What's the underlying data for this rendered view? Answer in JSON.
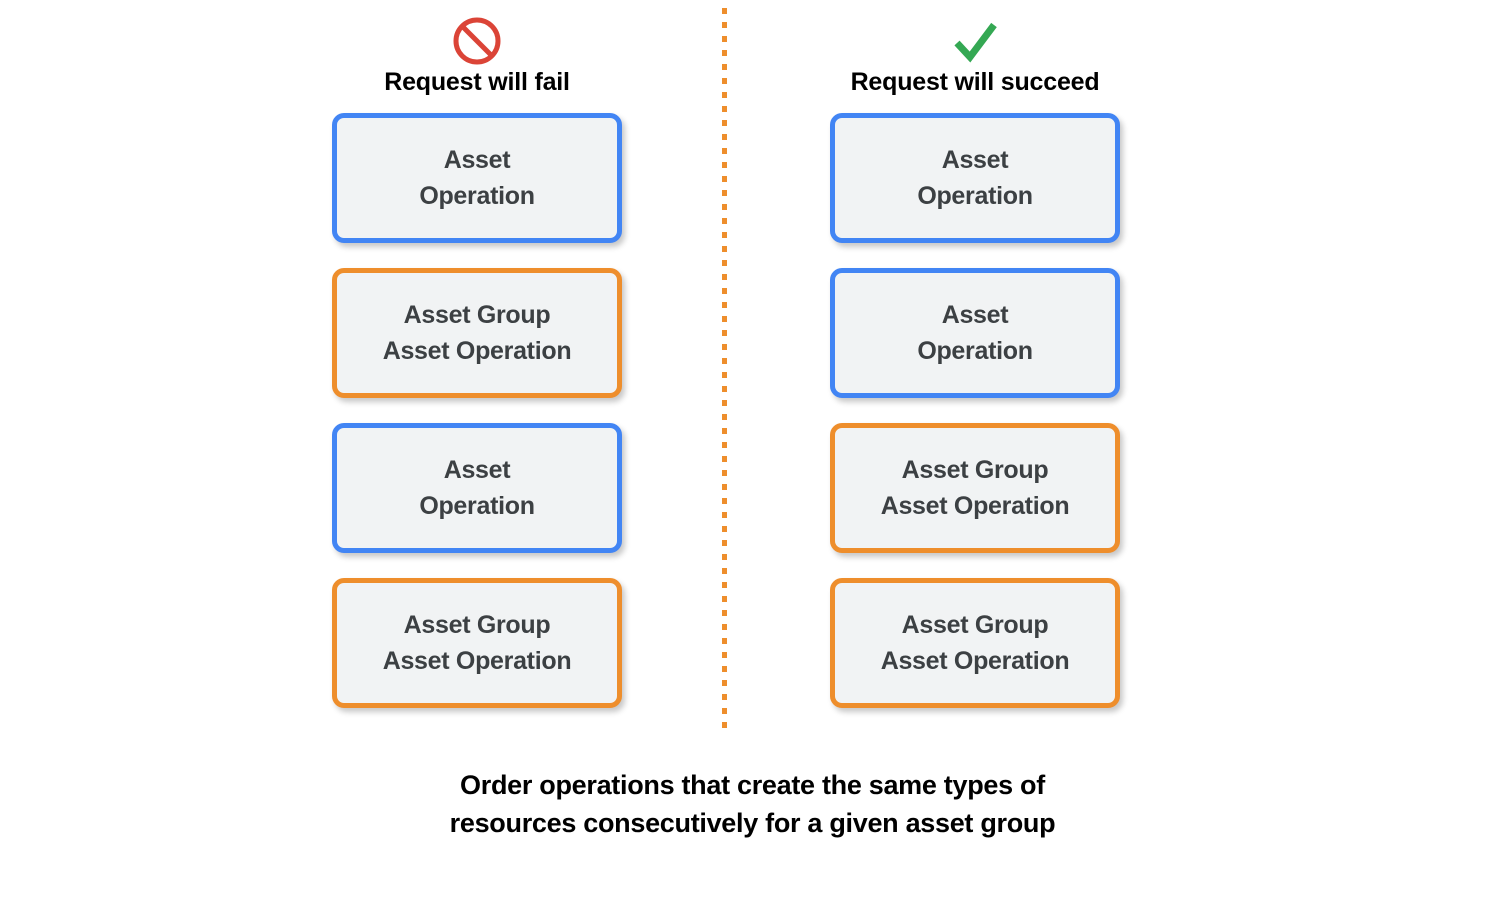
{
  "colors": {
    "asset_border": "#4285f4",
    "asset_group_border": "#ee8e2c",
    "box_fill": "#f1f3f4",
    "box_text": "#3c4043",
    "fail_icon": "#db4437",
    "succeed_icon": "#34a853",
    "divider": "#ee8e2c",
    "caption_text": "#000000",
    "background": "#ffffff"
  },
  "columns": [
    {
      "id": "fail",
      "icon": "prohibition-icon",
      "title": "Request will fail",
      "boxes": [
        {
          "type": "asset",
          "label": "Asset\nOperation"
        },
        {
          "type": "asset-group",
          "label": "Asset Group\nAsset Operation"
        },
        {
          "type": "asset",
          "label": "Asset\nOperation"
        },
        {
          "type": "asset-group",
          "label": "Asset Group\nAsset Operation"
        }
      ]
    },
    {
      "id": "succeed",
      "icon": "checkmark-icon",
      "title": "Request will succeed",
      "boxes": [
        {
          "type": "asset",
          "label": "Asset\nOperation"
        },
        {
          "type": "asset",
          "label": "Asset\nOperation"
        },
        {
          "type": "asset-group",
          "label": "Asset Group\nAsset Operation"
        },
        {
          "type": "asset-group",
          "label": "Asset Group\nAsset Operation"
        }
      ]
    }
  ],
  "caption": "Order operations that create the same types of\nresources consecutively for a given asset group"
}
